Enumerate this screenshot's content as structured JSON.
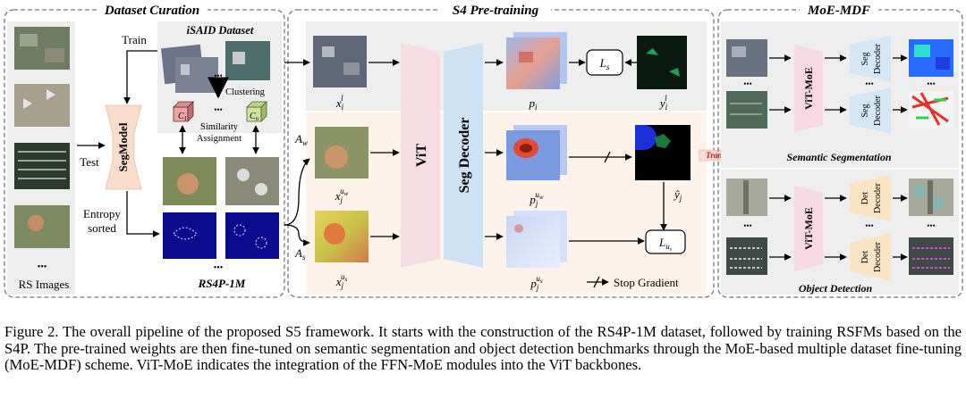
{
  "sections": {
    "curation": "Dataset Curation",
    "pretrain": "S4 Pre-training",
    "moe": "MoE-MDF"
  },
  "curation": {
    "train": "Train",
    "test": "Test",
    "segmodel": "SegModel",
    "entropy_line1": "Entropy",
    "entropy_line2": "sorted",
    "rs_images": "RS Images",
    "isaid": "iSAID Dataset",
    "clustering": "Clustering",
    "similarity_line1": "Similarity",
    "similarity_line2": "Assignment",
    "c1": "C",
    "c1_sub": "1",
    "cn": "C",
    "cn_sub": "n",
    "rs4p": "RS4P-1M",
    "ellipsis": "•••"
  },
  "pretrain": {
    "vit": "ViT",
    "seg_decoder": "Seg Decoder",
    "x_l": "x",
    "x_l_sub": "i",
    "x_l_sup": "l",
    "p_i": "p",
    "p_i_sub": "i",
    "y_l": "y",
    "y_l_sub": "i",
    "y_l_sup": "l",
    "loss_s": "L",
    "loss_s_sub": "s",
    "x_uw": "x",
    "x_uw_sub": "j",
    "x_uw_sup": "u",
    "x_uw_supsub": "w",
    "p_uw": "p",
    "p_uw_sub": "j",
    "p_uw_sup": "u",
    "p_uw_supsub": "w",
    "yhat": "ŷ",
    "yhat_sub": "j",
    "loss_u": "L",
    "loss_u_sub": "u",
    "loss_u_subsub": "s",
    "x_us": "x",
    "x_us_sub": "j",
    "x_us_sup": "u",
    "x_us_supsub": "s",
    "p_us": "p",
    "p_us_sub": "j",
    "p_us_sup": "u",
    "p_us_supsub": "s",
    "aug_w": "A",
    "aug_w_sub": "w",
    "aug_s": "A",
    "aug_s_sub": "s",
    "stop_gradient": "Stop Gradient"
  },
  "moe": {
    "vit_moe": "ViT-MoE",
    "seg_line1": "Seg",
    "seg_line2": "Decoder",
    "det_line1": "Det",
    "det_line2": "Decoder",
    "semantic_segmentation": "Semantic Segmentation",
    "object_detection": "Object Detection",
    "transferring": "Transferring",
    "ellipsis": "•••"
  },
  "caption": "Figure 2. The overall pipeline of the proposed S5 framework. It starts with the construction of the RS4P-1M dataset, followed by training RSFMs based on the S4P. The pre-trained weights are then fine-tuned on semantic segmentation and object detection benchmarks through the MoE-based multiple dataset fine-tuning (MoE-MDF) scheme. ViT-MoE indicates the integration of the FFN-MoE modules into the ViT backbones.",
  "colors": {
    "vit_fill": "#f6dde4",
    "decoder_fill": "#cfe2f3",
    "segmodel_fill": "#fadccd",
    "moe_vit_fill": "#f7d9e3",
    "moe_dec_fill": "#d5e7f5",
    "det_dec_fill": "#fbe4c4",
    "panel_gray": "#eeeeee",
    "panel_peach": "#fdf3ea"
  }
}
